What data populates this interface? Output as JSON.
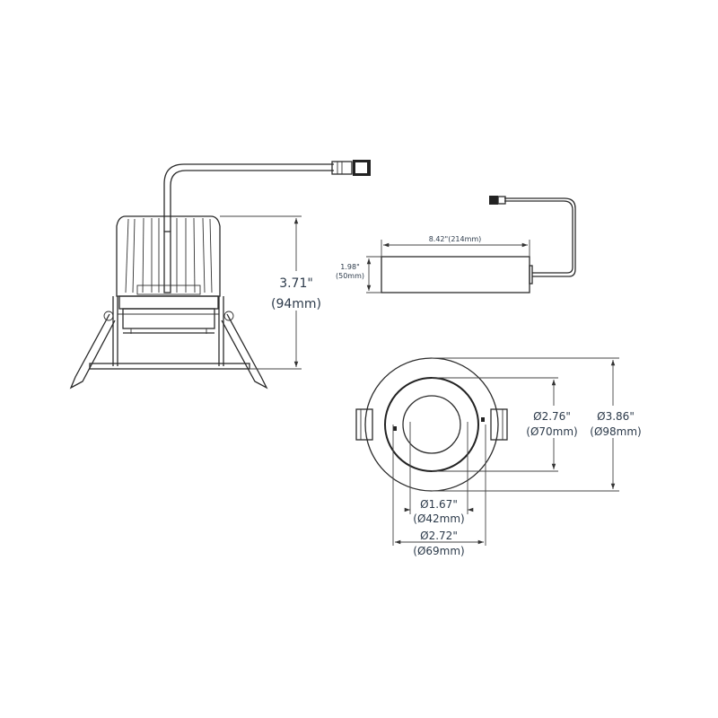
{
  "side_view": {
    "height_in": "3.71\"",
    "height_mm": "(94mm)"
  },
  "driver": {
    "length": "8.42\"(214mm)",
    "height_in": "1.98\"",
    "height_mm": "(50mm)"
  },
  "front_view": {
    "ring_in": "Ø2.76\"",
    "ring_mm": "(Ø70mm)",
    "outer_in": "Ø3.86\"",
    "outer_mm": "(Ø98mm)",
    "aperture_in": "Ø1.67\"",
    "aperture_mm": "(Ø42mm)",
    "cutout_in": "Ø2.72\"",
    "cutout_mm": "(Ø69mm)"
  },
  "colors": {
    "line": "#2b2b2b",
    "text": "#2c3a4a"
  }
}
